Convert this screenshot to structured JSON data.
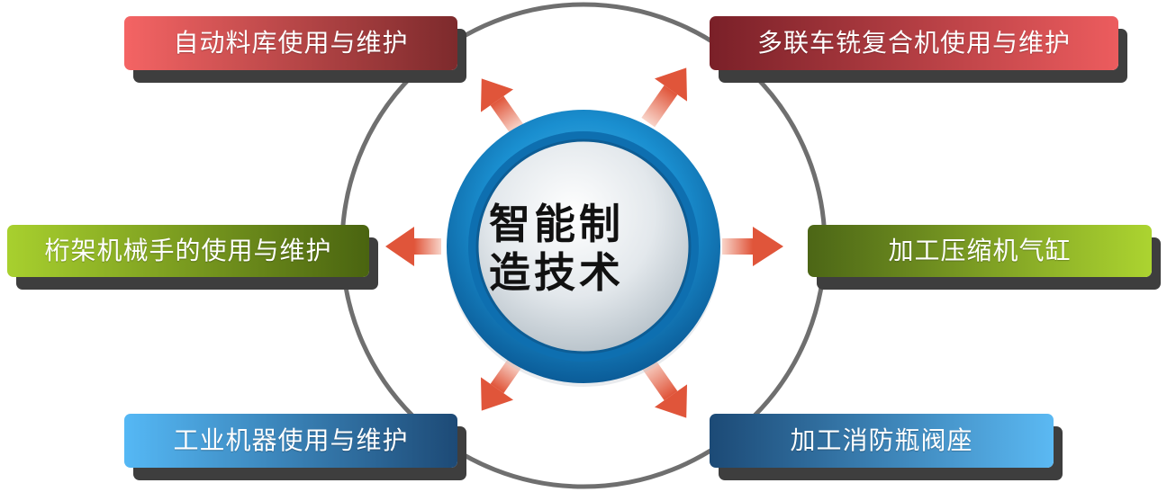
{
  "center": {
    "line1": "智能制",
    "line2": "造技术"
  },
  "boxes": {
    "top_left": "自动料库使用与维护",
    "top_right": "多联车铣复合机使用与维护",
    "mid_left": "桁架机械手的使用与维护",
    "mid_right": "加工压缩机气缸",
    "bottom_left": "工业机器使用与维护",
    "bottom_right": "加工消防瓶阀座"
  },
  "colors": {
    "top_left": [
      "#f25c5c",
      "#7f2a2a"
    ],
    "top_right": [
      "#7a2128",
      "#e85a5c"
    ],
    "mid_left": [
      "#a4cc2c",
      "#4e6a12"
    ],
    "mid_right": [
      "#526d1c",
      "#a8d22e"
    ],
    "bottom_left": [
      "#4fb3f3",
      "#1f4f7c"
    ],
    "bottom_right": [
      "#1d4f7c",
      "#59b6f0"
    ],
    "ring": "#6f6f6f",
    "arrow": "#e0553a",
    "hub_outer": "#1a8fd0",
    "hub_inner": "#d6dde2"
  }
}
